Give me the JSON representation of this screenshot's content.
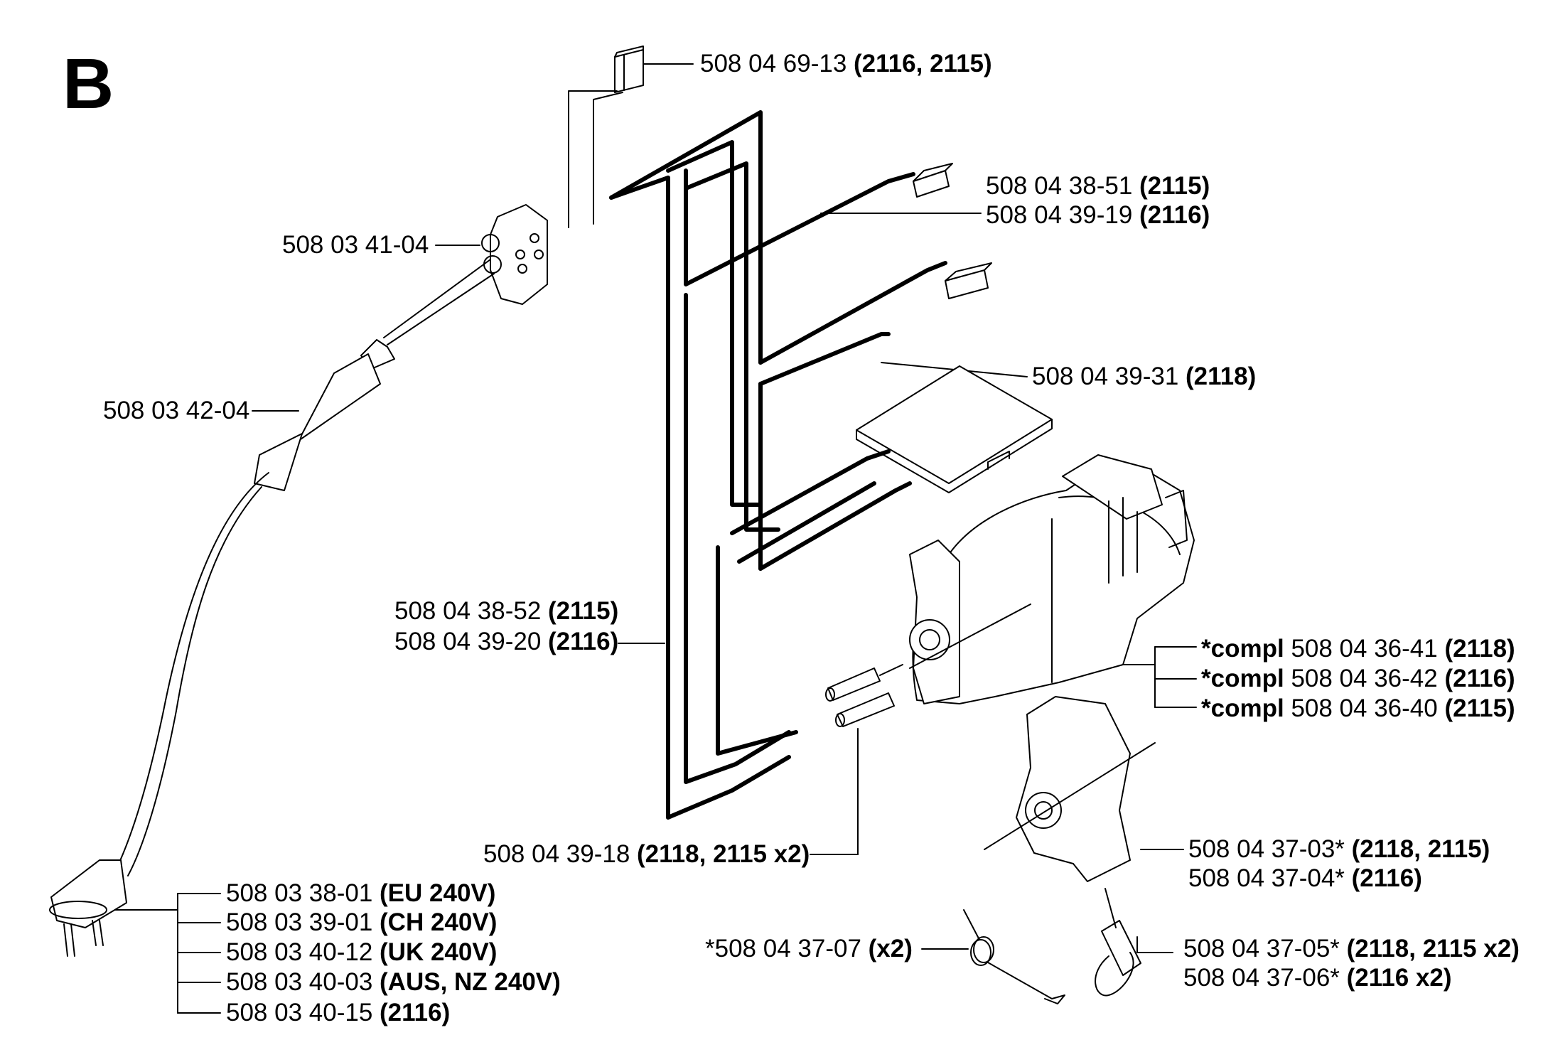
{
  "section_letter": "B",
  "labels": {
    "connector_top": {
      "part": "508 04 69-13",
      "models": "(2116, 2115)"
    },
    "switch": {
      "part": "508 03 41-04",
      "models": ""
    },
    "plug_a": {
      "part": "508 04 38-51",
      "models": "(2115)"
    },
    "plug_b": {
      "part": "508 04 39-19",
      "models": "(2116)"
    },
    "cord": {
      "part": "508 03 42-04",
      "models": ""
    },
    "board": {
      "part": "508 04 39-31",
      "models": "(2118)"
    },
    "wire_a": {
      "part": "508 04 38-52",
      "models": "(2115)"
    },
    "wire_b": {
      "part": "508 04 39-20",
      "models": "(2116)"
    },
    "motor_1": {
      "prefix": "*compl",
      "part": "508 04 36-41",
      "models": "(2118)"
    },
    "motor_2": {
      "prefix": "*compl",
      "part": "508 04 36-42",
      "models": "(2116)"
    },
    "motor_3": {
      "prefix": "*compl",
      "part": "508 04 36-40",
      "models": "(2115)"
    },
    "sleeve": {
      "part": "508 04 39-18",
      "models": "(2118, 2115 x2)"
    },
    "brush_holder_a": {
      "part": "508 04 37-03*",
      "models": "(2118, 2115)"
    },
    "brush_holder_b": {
      "part": "508 04 37-04*",
      "models": "(2116)"
    },
    "spring": {
      "part": "*508 04 37-07",
      "models": "(x2)"
    },
    "brush_a": {
      "part": "508 04 37-05*",
      "models": "(2118, 2115 x2)"
    },
    "brush_b": {
      "part": "508 04 37-06*",
      "models": "(2116 x2)"
    },
    "plug_1": {
      "part": "508 03 38-01",
      "models": "(EU 240V)"
    },
    "plug_2": {
      "part": "508 03 39-01",
      "models": "(CH 240V)"
    },
    "plug_3": {
      "part": "508 03 40-12",
      "models": "(UK 240V)"
    },
    "plug_4": {
      "part": "508 03 40-03",
      "models": "(AUS, NZ 240V)"
    },
    "plug_5": {
      "part": "508 03 40-15",
      "models": "(2116)"
    }
  }
}
